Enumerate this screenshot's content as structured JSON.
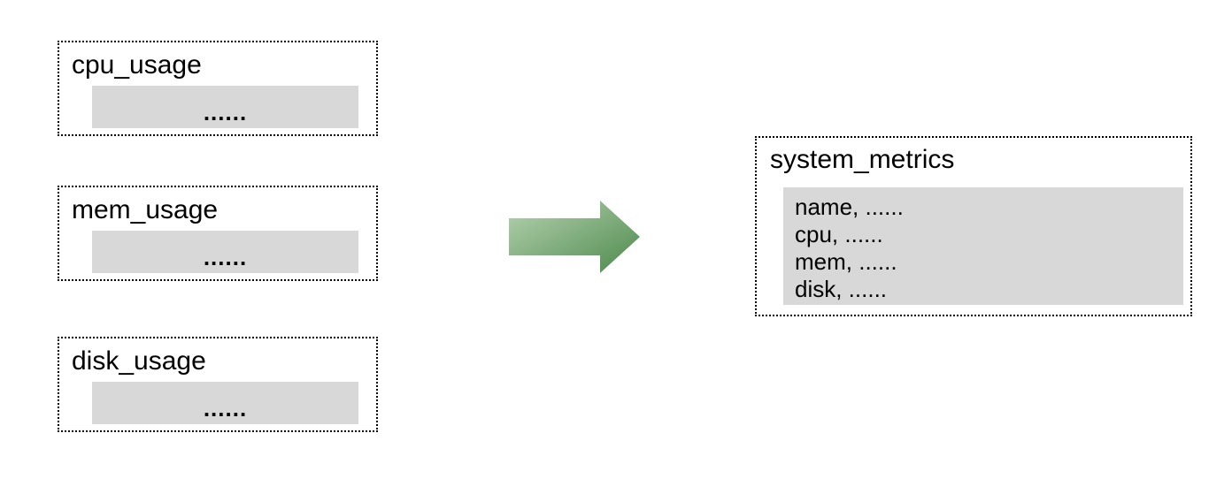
{
  "canvas": {
    "background": "#ffffff"
  },
  "colors": {
    "panel_fill": "#d8d8d8",
    "border": "#000000",
    "text": "#000000"
  },
  "source_tables": [
    {
      "title": "cpu_usage",
      "placeholder": "......"
    },
    {
      "title": "mem_usage",
      "placeholder": "......"
    },
    {
      "title": "disk_usage",
      "placeholder": "......"
    }
  ],
  "arrow": {
    "direction": "right",
    "gradient_from": "#b7d3b2",
    "gradient_to": "#4c894b"
  },
  "result_table": {
    "title": "system_metrics",
    "rows": [
      "name, ......",
      "cpu, ......",
      "mem, ......",
      "disk, ......"
    ]
  }
}
